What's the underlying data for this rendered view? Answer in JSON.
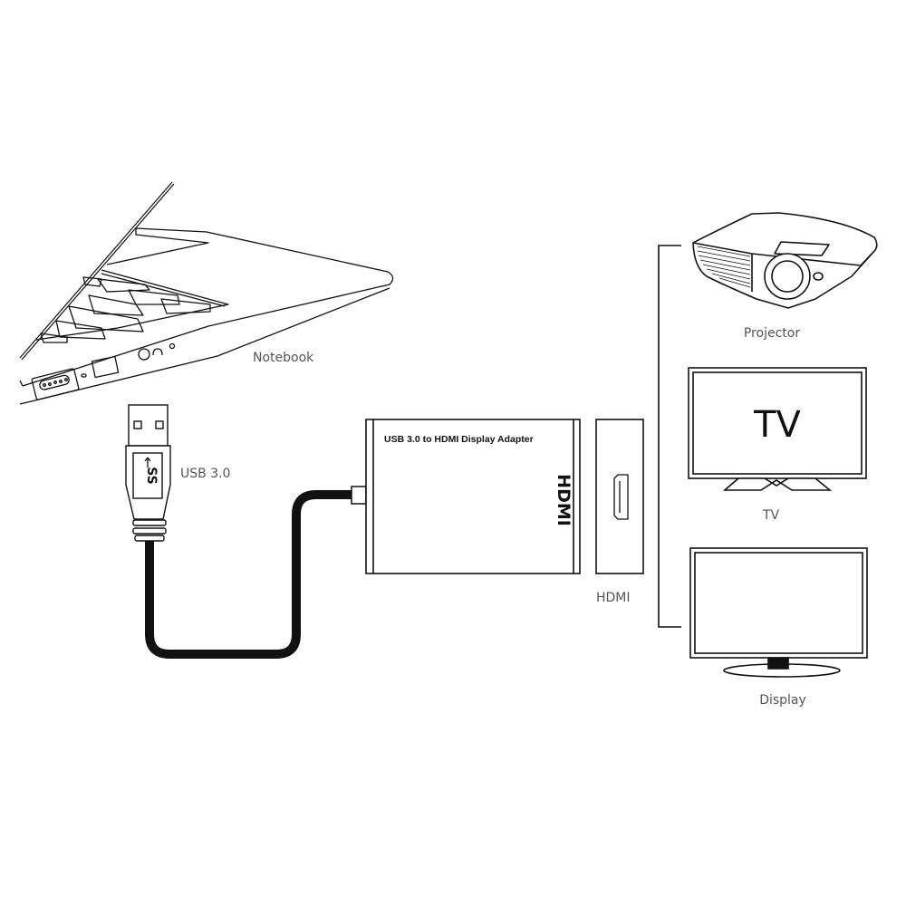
{
  "diagram": {
    "title": "USB 3.0 to HDMI Display Adapter connection diagram",
    "labels": {
      "notebook": "Notebook",
      "usb": "USB 3.0",
      "adapter": "USB 3.0 to HDMI Display Adapter",
      "adapter_logo": "HDMI",
      "hdmi_port": "HDMI",
      "projector": "Projector",
      "tv_screen_text": "TV",
      "tv": "TV",
      "display": "Display"
    },
    "colors": {
      "line": "#111111",
      "label": "#555555",
      "background": "#ffffff"
    },
    "nodes": [
      "Notebook",
      "USB 3.0",
      "USB 3.0 to HDMI Display Adapter",
      "HDMI",
      "Projector",
      "TV",
      "Display"
    ],
    "edges": [
      {
        "from": "Notebook",
        "to": "USB 3.0"
      },
      {
        "from": "USB 3.0",
        "to": "USB 3.0 to HDMI Display Adapter"
      },
      {
        "from": "USB 3.0 to HDMI Display Adapter",
        "to": "HDMI"
      },
      {
        "from": "HDMI",
        "to": "Projector"
      },
      {
        "from": "HDMI",
        "to": "TV"
      },
      {
        "from": "HDMI",
        "to": "Display"
      }
    ]
  }
}
